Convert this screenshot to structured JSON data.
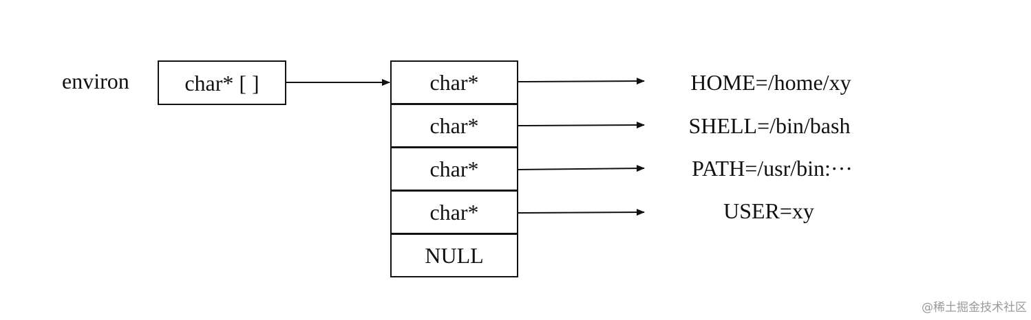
{
  "diagram": {
    "variable_label": "environ",
    "array_type_label": "char* [ ]",
    "pointer_cells": [
      {
        "label": "char*",
        "target": "HOME=/home/xy"
      },
      {
        "label": "char*",
        "target": "SHELL=/bin/bash"
      },
      {
        "label": "char*",
        "target": "PATH=/usr/bin:···"
      },
      {
        "label": "char*",
        "target": "USER=xy"
      }
    ],
    "terminator_label": "NULL"
  },
  "watermark": "@稀土掘金技术社区",
  "colors": {
    "stroke": "#111111",
    "background": "#ffffff",
    "watermark": "#9a9a9a"
  }
}
